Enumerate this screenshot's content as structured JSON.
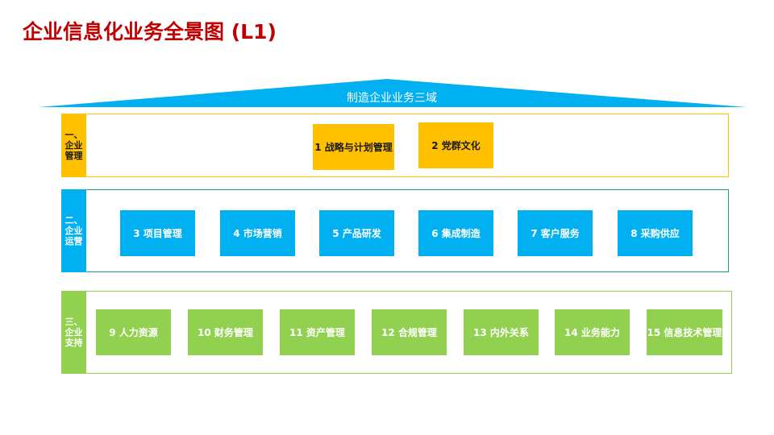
{
  "title": "企业信息化业务全景图 (L1)",
  "roof": {
    "label": "制造企业业务三域",
    "color": "#00B0F0"
  },
  "domains": [
    {
      "label_lines": [
        "一、",
        "企业",
        "管理"
      ],
      "color": "#FFC000",
      "items": [
        "1 战略与计划管理",
        "2 党群文化"
      ]
    },
    {
      "label_lines": [
        "二、",
        "企业",
        "运营"
      ],
      "color": "#00B0F0",
      "items": [
        "3 项目管理",
        "4 市场营销",
        "5 产品研发",
        "6 集成制造",
        "7 客户服务",
        "8 采购供应"
      ]
    },
    {
      "label_lines": [
        "三、",
        "企业",
        "支持"
      ],
      "color": "#92D050",
      "items": [
        "9 人力资源",
        "10 财务管理",
        "11 资产管理",
        "12 合规管理",
        "13 内外关系",
        "14 业务能力",
        "15 信息技术管理"
      ]
    }
  ]
}
